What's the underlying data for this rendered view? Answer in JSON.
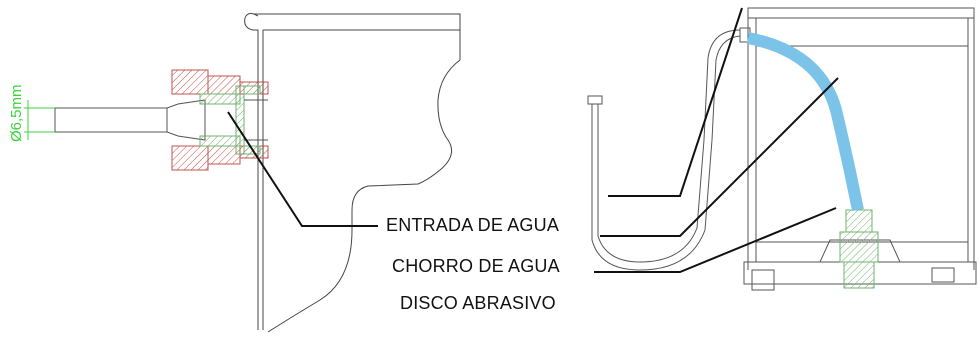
{
  "labels": {
    "entrada": "ENTRADA DE AGUA",
    "chorro": "CHORRO DE AGUA",
    "disco": "DISCO ABRASIVO"
  },
  "dimension": {
    "text": "Ø6,5mm"
  },
  "colors": {
    "line": "#2b2b2b",
    "dimension": "#3bd33b",
    "water_jet": "#7cc3ea",
    "fitting_hatch": "#c0504d",
    "insert_hatch": "#7fbf7f"
  }
}
